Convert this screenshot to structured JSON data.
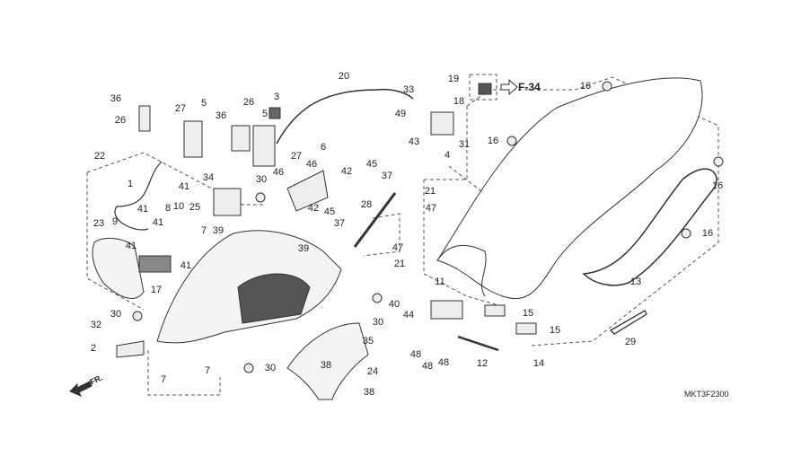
{
  "diagram": {
    "labels": [
      "20",
      "19",
      "33",
      "18",
      "36",
      "26",
      "3",
      "5",
      "5",
      "27",
      "36",
      "26",
      "49",
      "16",
      "16",
      "31",
      "43",
      "4",
      "6",
      "27",
      "46",
      "46",
      "42",
      "45",
      "37",
      "22",
      "1",
      "34",
      "41",
      "30",
      "25",
      "39",
      "7",
      "42",
      "45",
      "37",
      "28",
      "21",
      "47",
      "16",
      "16",
      "41",
      "9",
      "41",
      "23",
      "8",
      "10",
      "41",
      "41",
      "39",
      "47",
      "21",
      "17",
      "11",
      "15",
      "15",
      "13",
      "44",
      "40",
      "30",
      "30",
      "32",
      "35",
      "2",
      "48",
      "48",
      "48",
      "12",
      "14",
      "29",
      "38",
      "24",
      "30",
      "7",
      "7",
      "38"
    ],
    "reference": "F-34",
    "front_marker": "FR.",
    "diagram_code": "MKT3F2300"
  }
}
